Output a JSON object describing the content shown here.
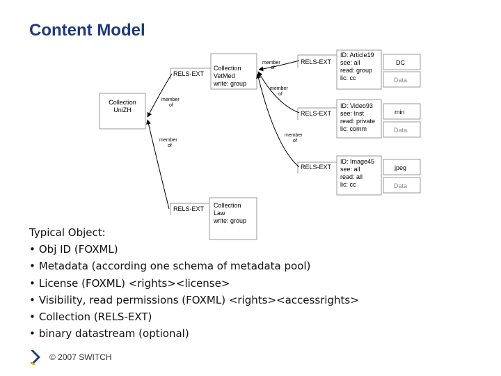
{
  "title": "Content Model",
  "diagram": {
    "collection_unizh": [
      "Collection",
      "UniZH"
    ],
    "collection_vetmed": [
      "Collection",
      "VetMed",
      "write: group"
    ],
    "collection_law": [
      "Collection",
      "Law",
      "write: group"
    ],
    "rels_ext_vetmed": "RELS-EXT",
    "rels_ext_law": "RELS-EXT",
    "member_of_label": [
      "member",
      "of"
    ],
    "objects": [
      {
        "rels_ext": "RELS-EXT",
        "lines": [
          "ID: Article19",
          "see: all",
          "read: group",
          "lic: cc"
        ],
        "ds1": "DC",
        "ds2": "Data"
      },
      {
        "rels_ext": "RELS-EXT",
        "lines": [
          "ID: Video93",
          "see: Inst",
          "read: private",
          "lic: comm"
        ],
        "ds1": "min",
        "ds2": "Data"
      },
      {
        "rels_ext": "RELS-EXT",
        "lines": [
          "ID: Image45",
          "see: all",
          "read: all",
          "lic: cc"
        ],
        "ds1": "jpeg",
        "ds2": "Data"
      }
    ]
  },
  "typical_object": {
    "heading": "Typical Object:",
    "items": [
      "Obj ID (FOXML)",
      "Metadata (according one schema of metadata pool)",
      "License (FOXML) <rights><license>",
      "Visibility, read permissions (FOXML) <rights><accessrights>",
      "Collection (RELS-EXT)",
      "binary datastream (optional)"
    ]
  },
  "footer": {
    "copyright": "© 2007 SWITCH",
    "logo": "switch-chevron-logo"
  },
  "colors": {
    "title": "#1f3a7a",
    "logo_blue": "#1f3a7a",
    "logo_gold": "#e8b400",
    "box_border": "#999999",
    "line": "#000000"
  }
}
